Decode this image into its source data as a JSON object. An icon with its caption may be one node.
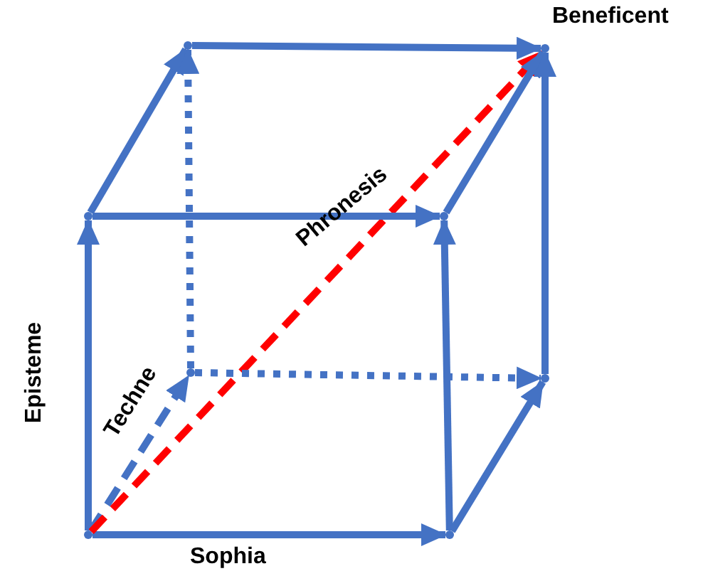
{
  "diagram": {
    "nodes": [
      {
        "text": [],
        "shape": "point"
      },
      {
        "text": [],
        "shape": "point",
        "beside": [
          "Beneficent"
        ]
      },
      {
        "text": [],
        "shape": "point"
      },
      {
        "text": [],
        "shape": "point"
      },
      {
        "text": [],
        "shape": "point"
      },
      {
        "text": [],
        "shape": "point"
      },
      {
        "text": [],
        "shape": "point"
      },
      {
        "text": [],
        "shape": "point"
      }
    ],
    "edges": [
      {
        "from": 6,
        "to": 7,
        "arrow": "to",
        "label": "Sophia"
      },
      {
        "from": 6,
        "to": 2,
        "arrow": "to",
        "label": "Episteme"
      },
      {
        "from": 6,
        "to": 4,
        "arrow": "to",
        "style": "dashed",
        "label": "Techne"
      },
      {
        "from": 6,
        "to": 1,
        "arrow": "to",
        "style": "dashed",
        "color": "#ff0000",
        "label": "Phronesis"
      },
      {
        "from": 2,
        "to": 0,
        "arrow": "to"
      },
      {
        "from": 2,
        "to": 3,
        "arrow": "to"
      },
      {
        "from": 0,
        "to": 1,
        "arrow": "to"
      },
      {
        "from": 3,
        "to": 1,
        "arrow": "to"
      },
      {
        "from": 7,
        "to": 3,
        "arrow": "to"
      },
      {
        "from": 7,
        "to": 5,
        "arrow": "to"
      },
      {
        "from": 5,
        "to": 1,
        "arrow": "to"
      },
      {
        "from": 4,
        "to": 0,
        "arrow": "to",
        "style": "dashed"
      },
      {
        "from": 4,
        "to": 5,
        "arrow": "to",
        "style": "dashed"
      }
    ]
  }
}
